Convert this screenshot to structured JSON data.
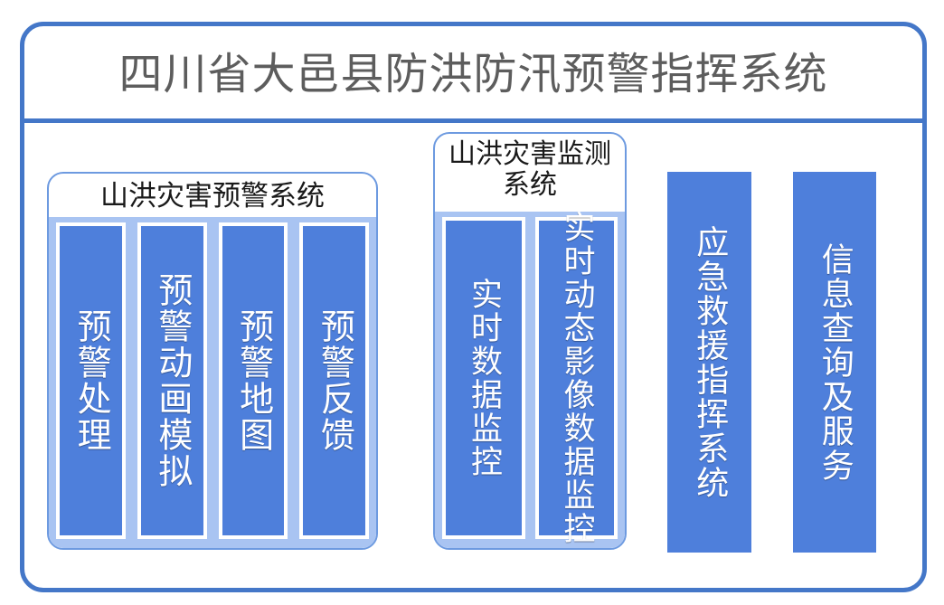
{
  "page": {
    "title": "四川省大邑县防洪防汛预警指挥系统",
    "accent_color": "#4477c8",
    "panel_fill_color": "#a9c4f2",
    "bar_color": "#4e7fdb",
    "title_color": "#5d5d5d"
  },
  "groups": [
    {
      "id": "warning-system",
      "title": "山洪灾害预警系统",
      "items": [
        {
          "label": "预警处理"
        },
        {
          "label": "预警动画模拟"
        },
        {
          "label": "预警地图"
        },
        {
          "label": "预警反馈"
        }
      ]
    },
    {
      "id": "monitoring-system",
      "title": "山洪灾害监测系统",
      "items": [
        {
          "label": "实时数据监控"
        },
        {
          "label": "实时动态影像数据监控"
        }
      ]
    }
  ],
  "standalone_bars": [
    {
      "id": "emergency-rescue-command-system",
      "label": "应急救援指挥系统"
    },
    {
      "id": "information-query-and-service",
      "label": "信息查询及服务"
    }
  ]
}
